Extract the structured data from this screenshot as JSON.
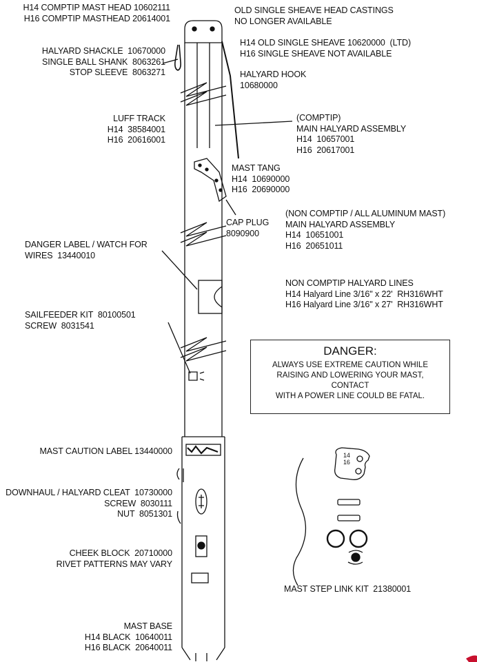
{
  "labels": {
    "masthead": "H14 COMPTIP MAST HEAD 10602111\nH16 COMPTIP MASTHEAD 20614001",
    "old_head": "OLD SINGLE SHEAVE HEAD CASTINGS\nNO LONGER AVAILABLE",
    "old_sheave": "H14 OLD SINGLE SHEAVE 10620000  (LTD)\nH16 SINGLE SHEAVE NOT AVAILABLE",
    "shackle": "HALYARD SHACKLE  10670000\nSINGLE BALL SHANK  8063261\nSTOP SLEEVE  8063271",
    "hook": "HALYARD HOOK\n10680000",
    "luff": "LUFF TRACK\nH14  38584001\nH16  20616001",
    "comptip_halyard": "(COMPTIP)\nMAIN HALYARD ASSEMBLY\nH14  10657001\nH16  20617001",
    "tang": "MAST TANG\nH14  10690000\nH16  20690000",
    "cap_plug": "CAP PLUG\n8090900",
    "noncomptip_halyard": "(NON COMPTIP / ALL ALUMINUM MAST)\nMAIN HALYARD ASSEMBLY\nH14  10651001\nH16  20651011",
    "danger_label": "DANGER LABEL / WATCH FOR\nWIRES  13440010",
    "halyard_lines": "NON COMPTIP HALYARD LINES\nH14 Halyard Line 3/16\" x 22'  RH316WHT\nH16 Halyard Line 3/16\" x 27'  RH316WHT",
    "sailfeeder": "SAILFEEDER KIT  80100501\nSCREW  8031541",
    "caution": "MAST CAUTION LABEL 13440000",
    "cleat": "DOWNHAUL / HALYARD CLEAT  10730000\nSCREW  8030111\nNUT  8051301",
    "cheek": "CHEEK BLOCK  20710000\nRIVET PATTERNS MAY VARY",
    "link_kit": "MAST STEP LINK KIT  21380001",
    "base": "MAST BASE\nH14 BLACK  10640011\nH16 BLACK  20640011"
  },
  "danger": {
    "title": "DANGER:",
    "body": "ALWAYS USE EXTREME CAUTION WHILE\nRAISING AND LOWERING YOUR MAST,\nCONTACT\nWITH A POWER LINE COULD BE FATAL."
  },
  "link_plate_text": "14\n16",
  "colors": {
    "ink": "#111111",
    "accent": "#c8102e"
  }
}
